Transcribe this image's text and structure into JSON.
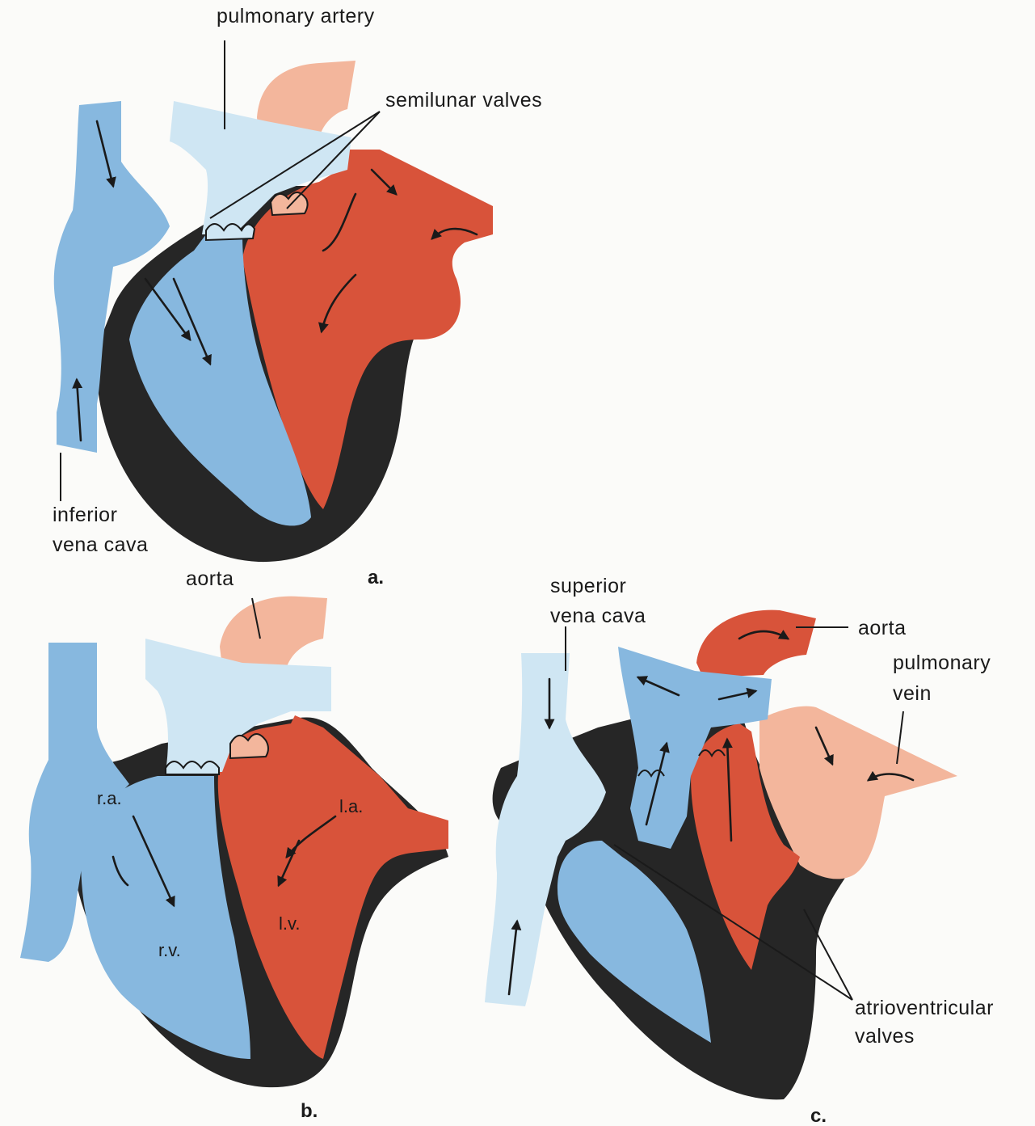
{
  "colors": {
    "deoxygenated": "#87b8df",
    "deoxygenated_light": "#cfe6f3",
    "oxygenated": "#d8533a",
    "oxygenated_light": "#f3b69c",
    "wall": "#262626",
    "background": "#fbfbf9"
  },
  "panel_a": {
    "letter": "a.",
    "labels": {
      "pulmonary_artery": "pulmonary artery",
      "semilunar_valves": "semilunar valves",
      "inferior_line1": "inferior",
      "inferior_line2": "vena cava"
    }
  },
  "panel_b": {
    "letter": "b.",
    "labels": {
      "aorta": "aorta",
      "ra": "r.a.",
      "rv": "r.v.",
      "la": "l.a.",
      "lv": "l.v."
    }
  },
  "panel_c": {
    "letter": "c.",
    "labels": {
      "superior_line1": "superior",
      "superior_line2": "vena cava",
      "aorta": "aorta",
      "pulmonary_line1": "pulmonary",
      "pulmonary_line2": "vein",
      "av_line1": "atrioventricular",
      "av_line2": "valves"
    }
  }
}
